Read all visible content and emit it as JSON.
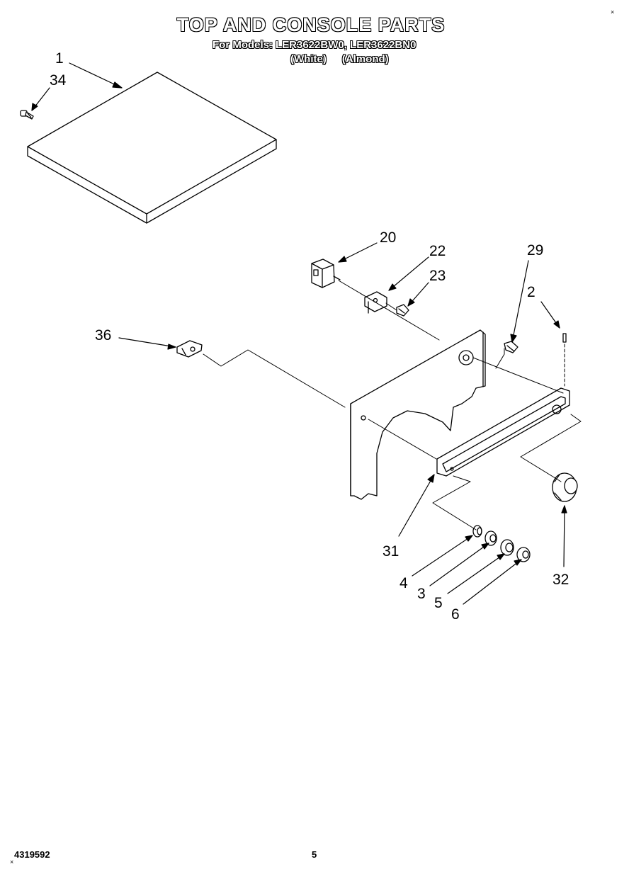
{
  "header": {
    "title": "TOP AND CONSOLE PARTS",
    "models_prefix": "For Models:",
    "models": "LER3622BW0, LER3622BN0",
    "color_white": "(White)",
    "color_almond": "(Almond)"
  },
  "callouts": {
    "c1": "1",
    "c34": "34",
    "c20": "20",
    "c22": "22",
    "c23": "23",
    "c29": "29",
    "c2": "2",
    "c36": "36",
    "c31": "31",
    "c4": "4",
    "c3": "3",
    "c5": "5",
    "c6": "6",
    "c32": "32"
  },
  "footer": {
    "doc_number": "4319592",
    "page_number": "5"
  },
  "marks": {
    "corner": "×"
  }
}
